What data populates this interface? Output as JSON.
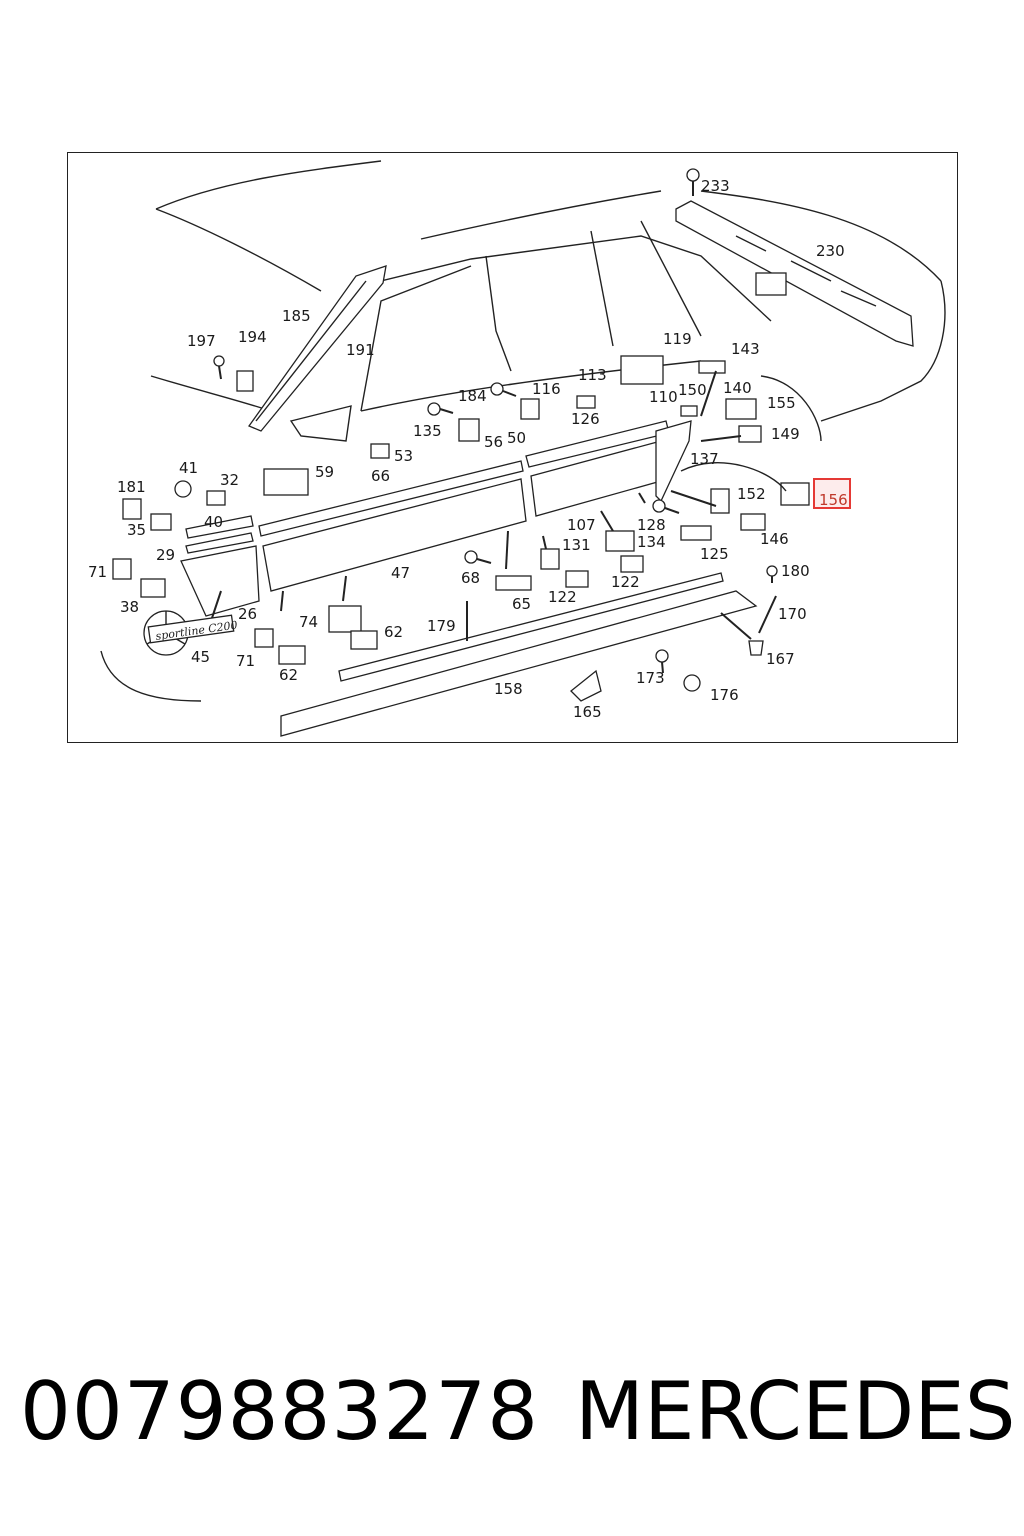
{
  "diagram": {
    "badge_text": "sportline C200",
    "highlight_color": "#e53935",
    "highlighted_label": "156",
    "labels": [
      "233",
      "230",
      "185",
      "191",
      "197",
      "194",
      "119",
      "143",
      "113",
      "116",
      "184",
      "150",
      "140",
      "110",
      "155",
      "135",
      "126",
      "149",
      "56",
      "50",
      "53",
      "66",
      "59",
      "181",
      "41",
      "32",
      "137",
      "152",
      "156",
      "35",
      "40",
      "128",
      "107",
      "134",
      "146",
      "131",
      "29",
      "125",
      "71",
      "47",
      "68",
      "122",
      "180",
      "38",
      "65",
      "122",
      "170",
      "26",
      "74",
      "179",
      "62",
      "167",
      "71",
      "45",
      "62",
      "173",
      "176",
      "158",
      "165"
    ]
  },
  "footer": {
    "part_number": "0079883278",
    "brand": "MERCEDES"
  }
}
